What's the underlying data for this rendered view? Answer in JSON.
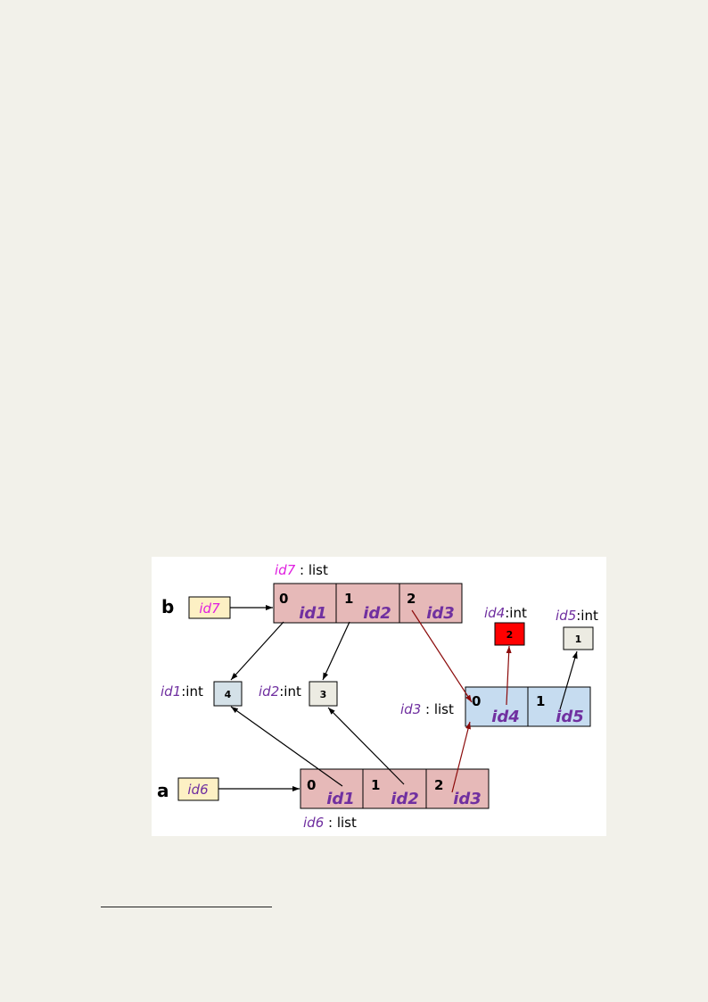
{
  "diagram": {
    "variables": {
      "b": {
        "name": "b",
        "ref": "id7"
      },
      "a": {
        "name": "a",
        "ref": "id6"
      }
    },
    "lists": {
      "id7": {
        "caption_id": "id7",
        "caption_sep": " : ",
        "caption_type": "list",
        "cells": [
          {
            "index": "0",
            "ref": "id1"
          },
          {
            "index": "1",
            "ref": "id2"
          },
          {
            "index": "2",
            "ref": "id3"
          }
        ]
      },
      "id6": {
        "caption_id": "id6",
        "caption_sep": " : ",
        "caption_type": "list",
        "cells": [
          {
            "index": "0",
            "ref": "id1"
          },
          {
            "index": "1",
            "ref": "id2"
          },
          {
            "index": "2",
            "ref": "id3"
          }
        ]
      },
      "id3": {
        "caption_id": "id3",
        "caption_sep": " : ",
        "caption_type": "list",
        "cells": [
          {
            "index": "0",
            "ref": "id4"
          },
          {
            "index": "1",
            "ref": "id5"
          }
        ]
      }
    },
    "ints": {
      "id1": {
        "caption_id": "id1",
        "caption_type": ":int",
        "value": "4"
      },
      "id2": {
        "caption_id": "id2",
        "caption_type": ":int",
        "value": "3"
      },
      "id4": {
        "caption_id": "id4",
        "caption_type": ":int",
        "value": "2"
      },
      "id5": {
        "caption_id": "id5",
        "caption_type": ":int",
        "value": "1"
      }
    },
    "colors": {
      "outer_list_fill": "#e6b9b8",
      "inner_list_fill": "#c6dcf0",
      "var_box_fill": "#fdf0c4",
      "id1_fill": "#d4e1e8",
      "id2_fill": "#ecebe2",
      "id4_fill": "#ff0000",
      "id5_fill": "#ecebe2",
      "purple_id": "#7030a0",
      "magenta_id": "#e020e0",
      "dark_red_arrow": "#8b0a0a",
      "black_arrow": "#000000"
    }
  }
}
